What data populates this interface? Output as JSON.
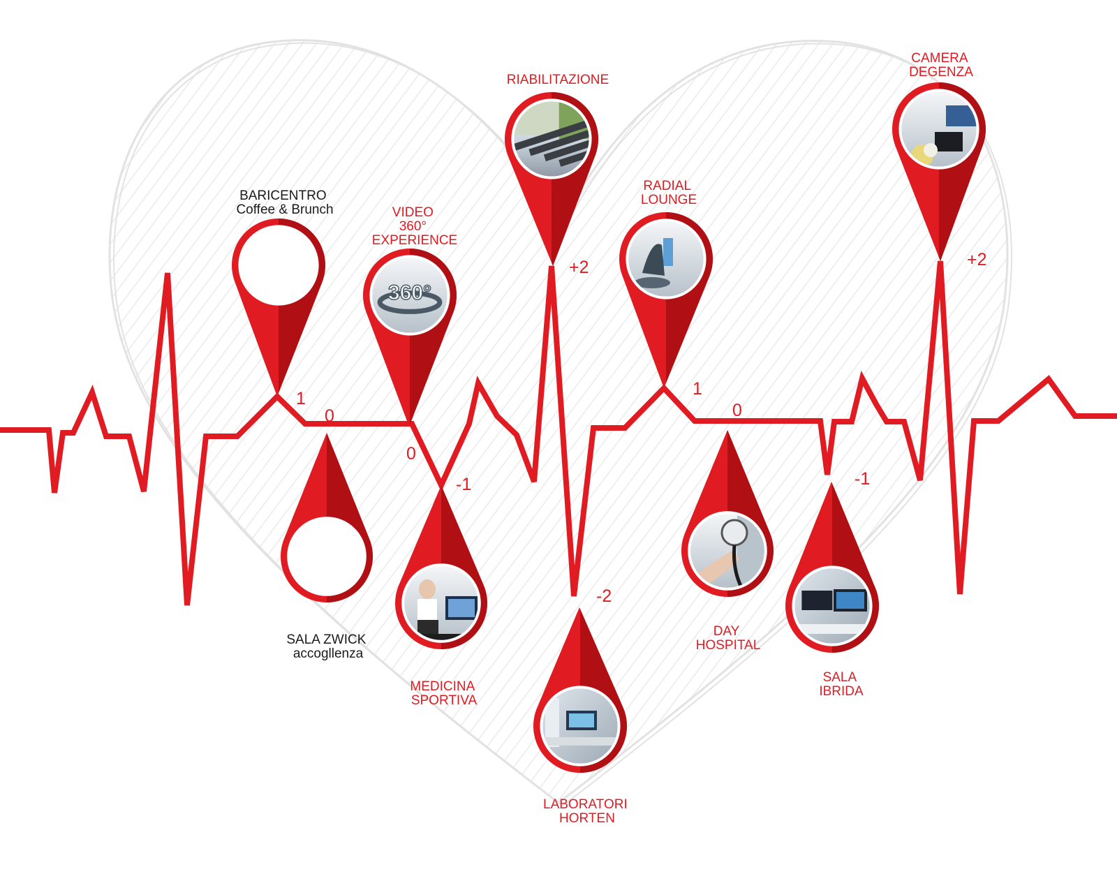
{
  "colors": {
    "accent": "#e01b22",
    "accent_dark": "#a70d12",
    "sketch": "#e2e2e2",
    "label_dark": "#1a1a1a"
  },
  "locations": [
    {
      "id": "baricentro",
      "label_lines": [
        "BARICENTRO",
        "Coffee & Brunch"
      ],
      "label_color": "dark",
      "level": "1",
      "pin": "up",
      "photo": "none"
    },
    {
      "id": "sala-zwick",
      "label_lines": [
        "SALA ZWICK",
        "accogllenza"
      ],
      "label_color": "dark",
      "level": "0",
      "pin": "down",
      "photo": "none"
    },
    {
      "id": "video-360",
      "label_lines": [
        "VIDEO",
        "360°",
        "EXPERIENCE"
      ],
      "label_color": "red",
      "level": "0",
      "pin": "up",
      "photo": "360-panorama-icon",
      "photo_text": "360°"
    },
    {
      "id": "medicina-sportiva",
      "label_lines": [
        "MEDICINA",
        "SPORTIVA"
      ],
      "label_color": "red",
      "level": "-1",
      "pin": "down",
      "photo": "treadmill-test-photo"
    },
    {
      "id": "riabilitazione",
      "label_lines": [
        "RIABILITAZIONE"
      ],
      "label_color": "red",
      "level": "+2",
      "pin": "up",
      "photo": "gym-treadmills-photo"
    },
    {
      "id": "laboratori-horten",
      "label_lines": [
        "LABORATORI",
        "HORTEN"
      ],
      "label_color": "red",
      "level": "-2",
      "pin": "down",
      "photo": "lab-monitors-photo"
    },
    {
      "id": "radial-lounge",
      "label_lines": [
        "RADIAL",
        "LOUNGE"
      ],
      "label_color": "red",
      "level": "1",
      "pin": "up",
      "photo": "lounge-chair-photo"
    },
    {
      "id": "day-hospital",
      "label_lines": [
        "DAY",
        "HOSPITAL"
      ],
      "label_color": "red",
      "level": "0",
      "pin": "down",
      "photo": "blood-pressure-gauge-photo"
    },
    {
      "id": "sala-ibrida",
      "label_lines": [
        "SALA",
        "IBRIDA"
      ],
      "label_color": "red",
      "level": "-1",
      "pin": "down",
      "photo": "operating-room-photo"
    },
    {
      "id": "camera-degenza",
      "label_lines": [
        "CAMERA",
        "DEGENZA"
      ],
      "label_color": "red",
      "level": "+2",
      "pin": "up",
      "photo": "patient-room-photo"
    }
  ]
}
